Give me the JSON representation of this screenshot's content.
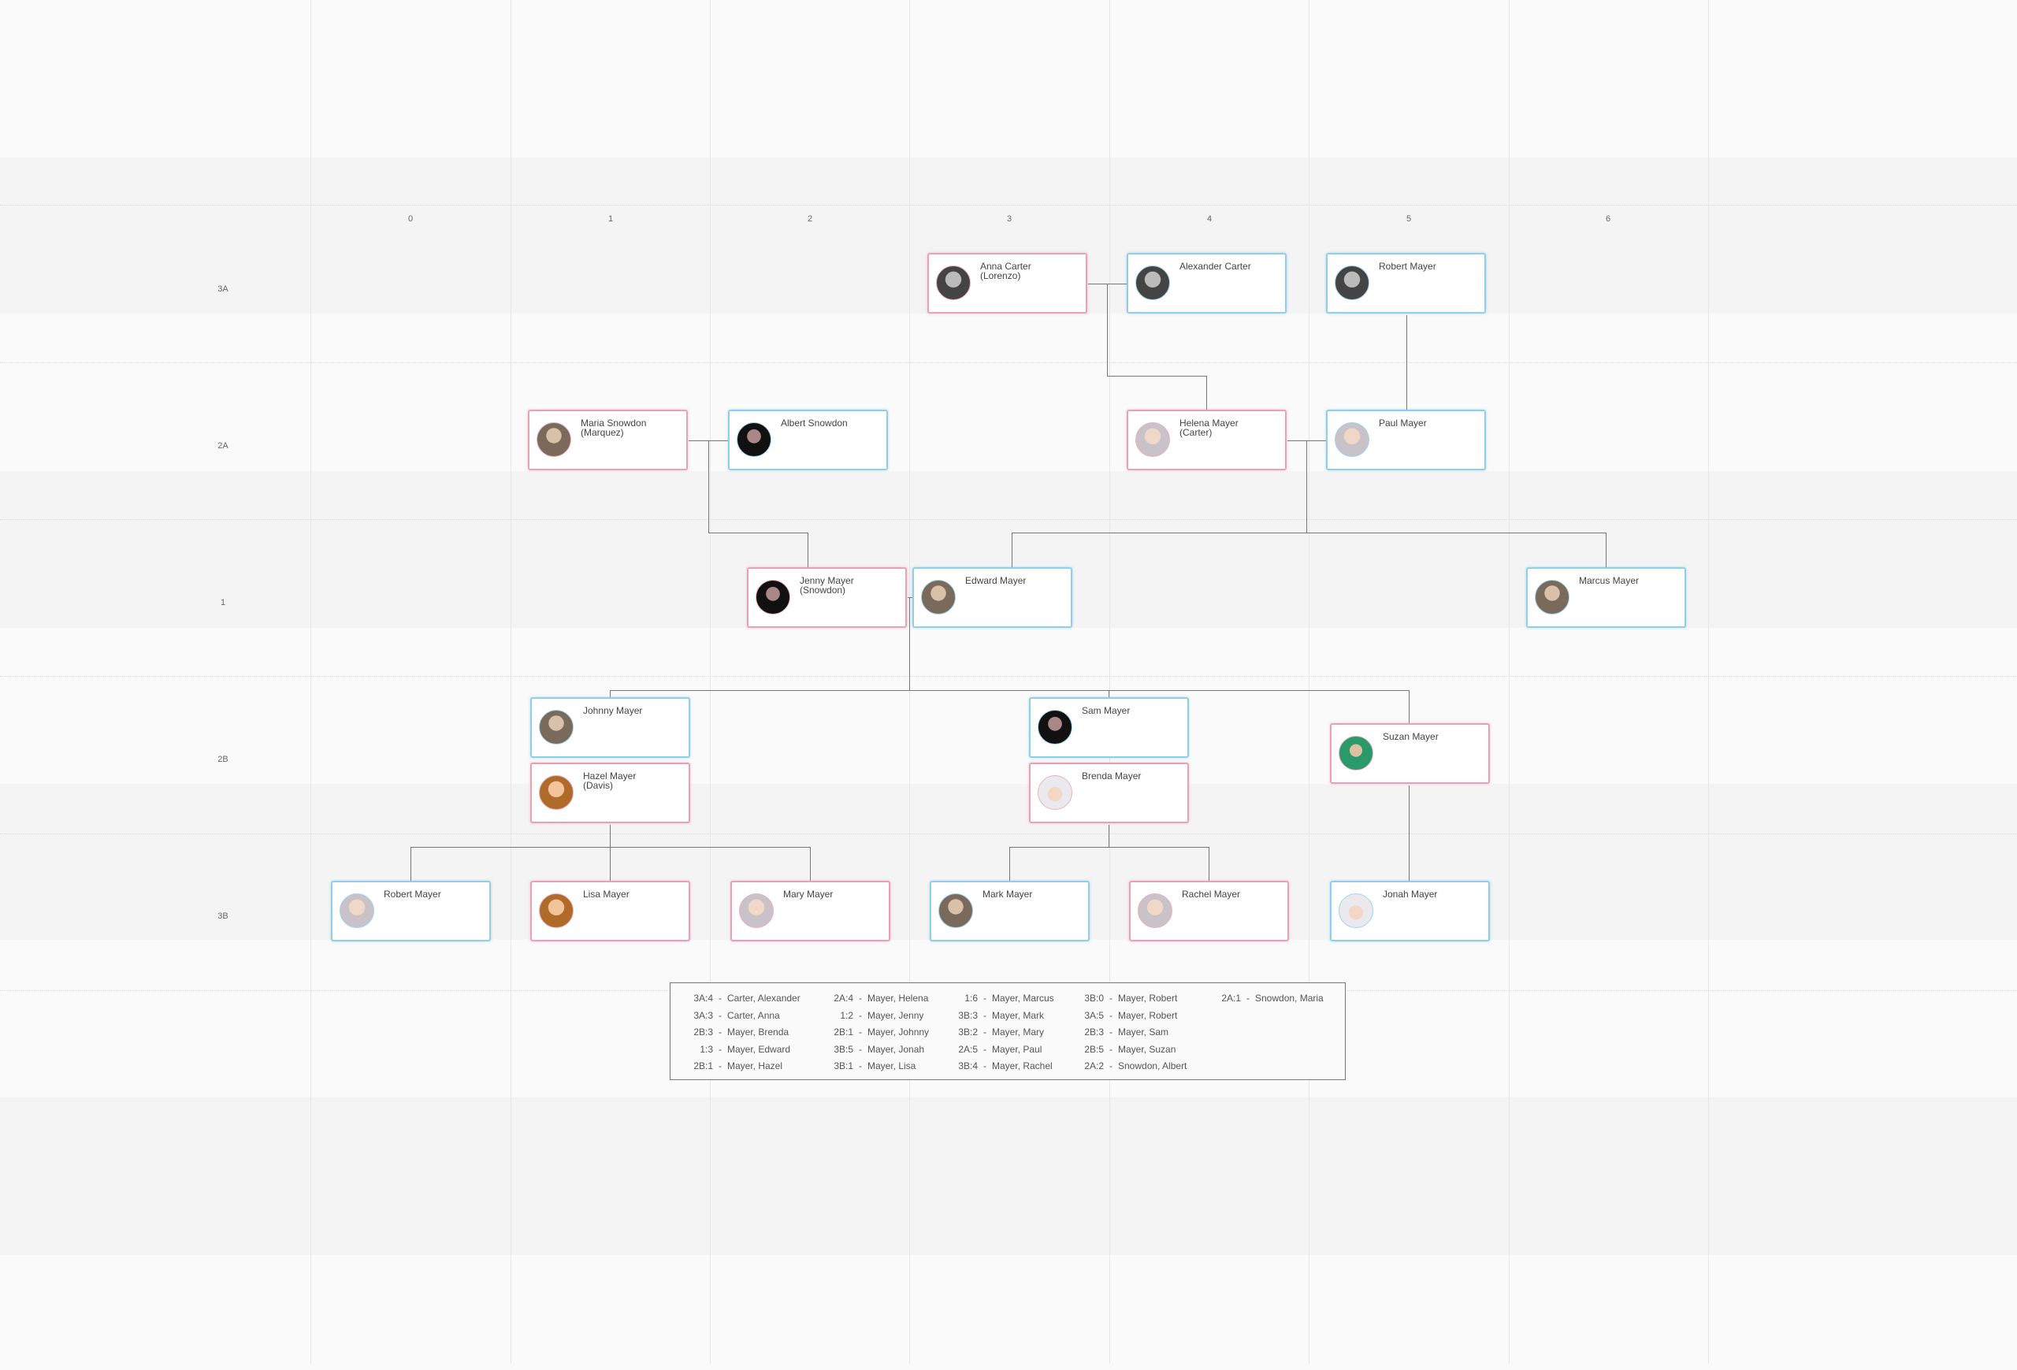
{
  "grid": {
    "columns": [
      "0",
      "1",
      "2",
      "3",
      "4",
      "5",
      "6"
    ],
    "rows": [
      "3A",
      "2A",
      "1",
      "2B",
      "3B"
    ]
  },
  "colors": {
    "male_border": "#8fd0e8",
    "female_border": "#e8a2b6",
    "connector": "#777777"
  },
  "people": [
    {
      "id": "3A:3",
      "name": "Anna Carter",
      "maiden": "(Lorenzo)",
      "sex": "F"
    },
    {
      "id": "3A:4",
      "name": "Alexander Carter",
      "maiden": "",
      "sex": "M"
    },
    {
      "id": "3A:5",
      "name": "Robert Mayer",
      "maiden": "",
      "sex": "M"
    },
    {
      "id": "2A:1",
      "name": "Maria Snowdon",
      "maiden": "(Marquez)",
      "sex": "F"
    },
    {
      "id": "2A:2",
      "name": "Albert Snowdon",
      "maiden": "",
      "sex": "M"
    },
    {
      "id": "2A:4",
      "name": "Helena Mayer",
      "maiden": "(Carter)",
      "sex": "F"
    },
    {
      "id": "2A:5",
      "name": "Paul Mayer",
      "maiden": "",
      "sex": "M"
    },
    {
      "id": "1:2",
      "name": "Jenny Mayer",
      "maiden": "(Snowdon)",
      "sex": "F"
    },
    {
      "id": "1:3",
      "name": "Edward Mayer",
      "maiden": "",
      "sex": "M"
    },
    {
      "id": "1:6",
      "name": "Marcus Mayer",
      "maiden": "",
      "sex": "M"
    },
    {
      "id": "2B:1a",
      "name": "Johnny Mayer",
      "maiden": "",
      "sex": "M"
    },
    {
      "id": "2B:1b",
      "name": "Hazel Mayer",
      "maiden": "(Davis)",
      "sex": "F"
    },
    {
      "id": "2B:3a",
      "name": "Sam Mayer",
      "maiden": "",
      "sex": "M"
    },
    {
      "id": "2B:3b",
      "name": "Brenda Mayer",
      "maiden": "",
      "sex": "F"
    },
    {
      "id": "2B:5",
      "name": "Suzan Mayer",
      "maiden": "",
      "sex": "F"
    },
    {
      "id": "3B:0",
      "name": "Robert Mayer",
      "maiden": "",
      "sex": "M"
    },
    {
      "id": "3B:1",
      "name": "Lisa Mayer",
      "maiden": "",
      "sex": "F"
    },
    {
      "id": "3B:2",
      "name": "Mary Mayer",
      "maiden": "",
      "sex": "F"
    },
    {
      "id": "3B:3",
      "name": "Mark Mayer",
      "maiden": "",
      "sex": "M"
    },
    {
      "id": "3B:4",
      "name": "Rachel Mayer",
      "maiden": "",
      "sex": "F"
    },
    {
      "id": "3B:5",
      "name": "Jonah Mayer",
      "maiden": "",
      "sex": "M"
    }
  ],
  "legend": {
    "columns": [
      [
        {
          "code": "3A:4",
          "name": "Carter, Alexander"
        },
        {
          "code": "3A:3",
          "name": "Carter, Anna"
        },
        {
          "code": "2B:3",
          "name": "Mayer, Brenda"
        },
        {
          "code": "1:3",
          "name": "Mayer, Edward"
        },
        {
          "code": "2B:1",
          "name": "Mayer, Hazel"
        }
      ],
      [
        {
          "code": "2A:4",
          "name": "Mayer, Helena"
        },
        {
          "code": "1:2",
          "name": "Mayer, Jenny"
        },
        {
          "code": "2B:1",
          "name": "Mayer, Johnny"
        },
        {
          "code": "3B:5",
          "name": "Mayer, Jonah"
        },
        {
          "code": "3B:1",
          "name": "Mayer, Lisa"
        }
      ],
      [
        {
          "code": "1:6",
          "name": "Mayer, Marcus"
        },
        {
          "code": "3B:3",
          "name": "Mayer, Mark"
        },
        {
          "code": "3B:2",
          "name": "Mayer, Mary"
        },
        {
          "code": "2A:5",
          "name": "Mayer, Paul"
        },
        {
          "code": "3B:4",
          "name": "Mayer, Rachel"
        }
      ],
      [
        {
          "code": "3B:0",
          "name": "Mayer, Robert"
        },
        {
          "code": "3A:5",
          "name": "Mayer, Robert"
        },
        {
          "code": "2B:3",
          "name": "Mayer, Sam"
        },
        {
          "code": "2B:5",
          "name": "Mayer, Suzan"
        },
        {
          "code": "2A:2",
          "name": "Snowdon, Albert"
        }
      ],
      [
        {
          "code": "2A:1",
          "name": "Snowdon, Maria"
        }
      ]
    ],
    "separator": "-"
  }
}
